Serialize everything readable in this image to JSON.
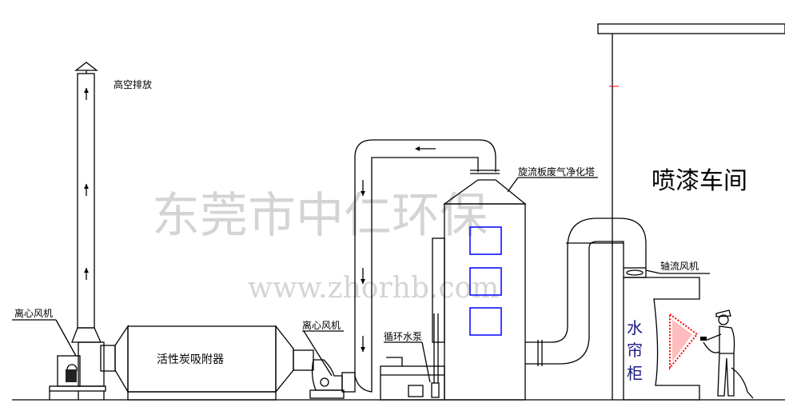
{
  "watermark": {
    "company": "东莞市中仁环保",
    "url": "www.zhorhb.com"
  },
  "labels": {
    "exhaust": "高空排放",
    "fan_left": "离心风机",
    "adsorber": "活性炭吸附器",
    "fan_mid": "离心风机",
    "pump": "循环水泵",
    "tower": "旋流板废气净化塔",
    "axial_fan": "轴流风机",
    "curtain": [
      "水",
      "帘",
      "柜"
    ],
    "workshop": "喷漆车间"
  },
  "colors": {
    "window": "#0000ff",
    "spray": "#ff0000",
    "curtain_text": "#1a1a80"
  }
}
